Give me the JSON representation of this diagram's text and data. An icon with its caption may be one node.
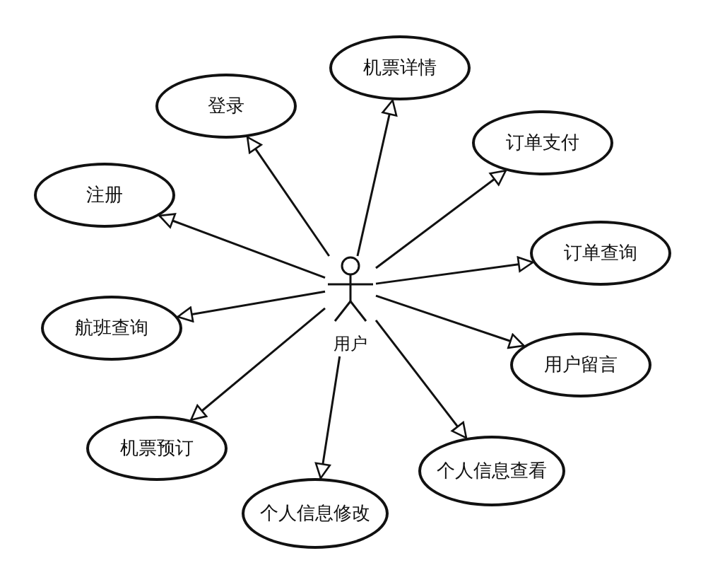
{
  "diagram": {
    "nodes": [
      {
        "text": [
          "用户"
        ]
      },
      {
        "text": [
          "机票详情"
        ]
      },
      {
        "text": [
          "登录"
        ]
      },
      {
        "text": [
          "订单支付"
        ]
      },
      {
        "text": [
          "注册"
        ]
      },
      {
        "text": [
          "订单查询"
        ]
      },
      {
        "text": [
          "航班查询"
        ]
      },
      {
        "text": [
          "用户留言"
        ]
      },
      {
        "text": [
          "机票预订"
        ]
      },
      {
        "text": [
          "个人信息查看"
        ]
      },
      {
        "text": [
          "个人信息修改"
        ]
      }
    ],
    "edges": [
      {
        "from": 0,
        "to": 1,
        "arrow": "to"
      },
      {
        "from": 0,
        "to": 2,
        "arrow": "to"
      },
      {
        "from": 0,
        "to": 3,
        "arrow": "to"
      },
      {
        "from": 0,
        "to": 4,
        "arrow": "to"
      },
      {
        "from": 0,
        "to": 5,
        "arrow": "to"
      },
      {
        "from": 0,
        "to": 6,
        "arrow": "to"
      },
      {
        "from": 0,
        "to": 7,
        "arrow": "to"
      },
      {
        "from": 0,
        "to": 8,
        "arrow": "to"
      },
      {
        "from": 0,
        "to": 9,
        "arrow": "to"
      },
      {
        "from": 0,
        "to": 10,
        "arrow": "to"
      }
    ]
  }
}
